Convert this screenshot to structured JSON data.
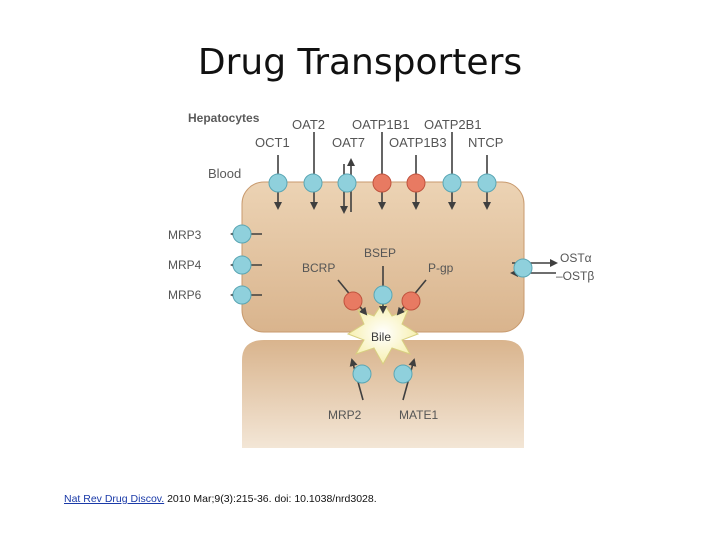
{
  "slide": {
    "title": "Drug Transporters"
  },
  "diagram": {
    "panel_title": "Hepatocytes",
    "compartments": {
      "blood": "Blood",
      "bile": "Bile"
    },
    "transporters_top": [
      "OAT2",
      "OATP1B1",
      "OATP2B1"
    ],
    "transporters_top_second_row": [
      "OCT1",
      "OAT7",
      "OATP1B3",
      "NTCP"
    ],
    "transporters_left": [
      "MRP3",
      "MRP4",
      "MRP6"
    ],
    "transporters_canalicular": [
      "BCRP",
      "BSEP",
      "P-gp"
    ],
    "transporters_right": [
      "OSTα",
      "–OSTβ"
    ],
    "transporters_bottom": [
      "MRP2",
      "MATE1"
    ],
    "colors": {
      "cell_fill": "#ecd3b4",
      "cell_edge": "#c89a6e",
      "uptake_transporter": "#8fd0dc",
      "efflux_transporter": "#e87a62",
      "label_text": "#555555",
      "arrow": "#4a4a4a"
    }
  },
  "citation": {
    "journal": "Nat Rev Drug Discov.",
    "details": " 2010 Mar;9(3):215-36. doi: 10.1038/nrd3028."
  }
}
